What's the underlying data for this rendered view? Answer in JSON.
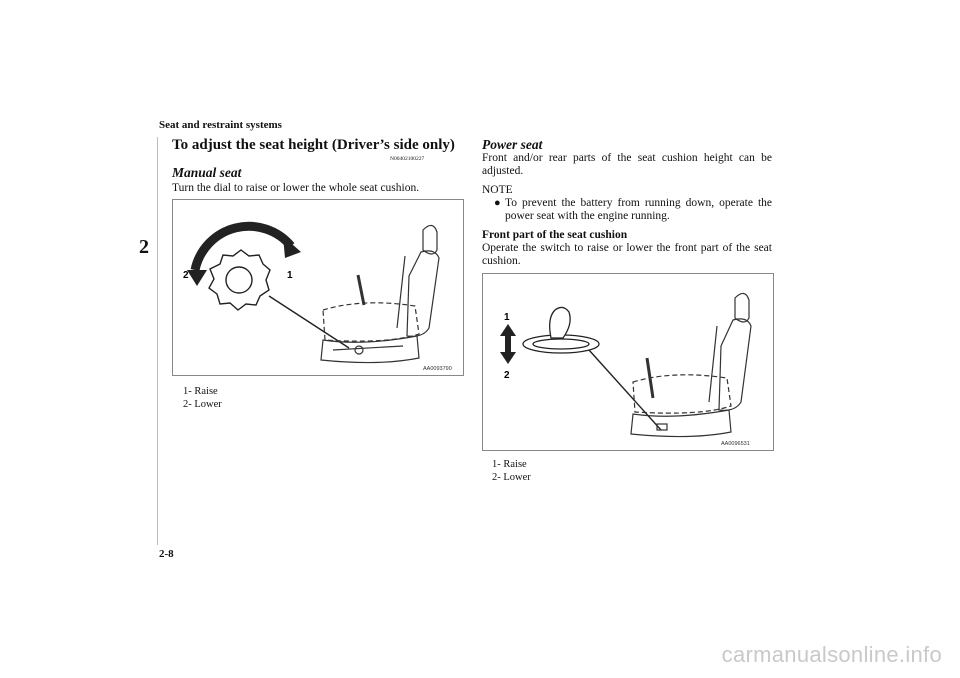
{
  "header": {
    "section": "Seat and restraint systems",
    "chapter_tab": "2"
  },
  "footer": {
    "page_number": "2-8",
    "watermark": "carmanualsonline.info"
  },
  "left": {
    "heading": "To adjust the seat height (Driver’s side only)",
    "heading_code": "N00402100227",
    "manual_title": "Manual seat",
    "manual_text": "Turn the dial to raise or lower the whole seat cushion.",
    "figure": {
      "id": "AA0093790",
      "callout_1": "1",
      "callout_2": "2"
    },
    "legend": [
      "1- Raise",
      "2- Lower"
    ]
  },
  "right": {
    "power_title": "Power seat",
    "power_text": "Front and/or rear parts of the seat cushion height can be adjusted.",
    "note_label": "NOTE",
    "note_bullet": "●",
    "note_text": "To prevent the battery from running down, operate the power seat with the engine running.",
    "front_heading": "Front part of the seat cushion",
    "front_text": "Operate the switch to raise or lower the front part of the seat cushion.",
    "figure": {
      "id": "AA0096531",
      "callout_1": "1",
      "callout_2": "2"
    },
    "legend": [
      "1- Raise",
      "2- Lower"
    ]
  }
}
